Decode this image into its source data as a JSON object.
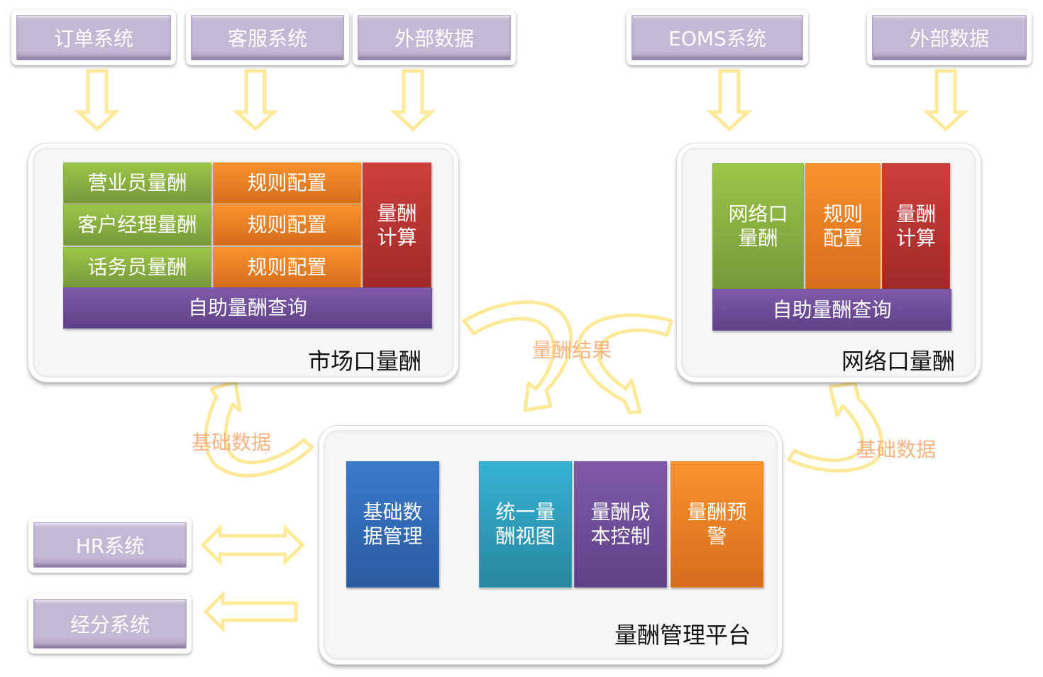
{
  "sources_top": [
    {
      "label": "订单系统"
    },
    {
      "label": "客服系统"
    },
    {
      "label": "外部数据"
    },
    {
      "label": "EOMS系统"
    },
    {
      "label": "外部数据"
    }
  ],
  "market_panel": {
    "title": "市场口量酬",
    "roles": [
      "营业员量酬",
      "客户经理量酬",
      "话务员量酬"
    ],
    "rules": [
      "规则配置",
      "规则配置",
      "规则配置"
    ],
    "calc": "量酬\n计算",
    "query": "自助量酬查询"
  },
  "network_panel": {
    "title": "网络口量酬",
    "role": "网络口\n量酬",
    "rule": "规则\n配置",
    "calc": "量酬\n计算",
    "query": "自助量酬查询"
  },
  "platform_panel": {
    "title": "量酬管理平台",
    "modules": [
      {
        "label": "基础数\n据管理",
        "color": "blue"
      },
      {
        "label": "统一量\n酬视图",
        "color": "teal"
      },
      {
        "label": "量酬成\n本控制",
        "color": "purple"
      },
      {
        "label": "量酬预\n警",
        "color": "orange"
      }
    ]
  },
  "sources_bottom": [
    {
      "label": "HR系统"
    },
    {
      "label": "经分系统"
    }
  ],
  "flow_labels": {
    "result": "量酬结果",
    "base_left": "基础数据",
    "base_right": "基础数据"
  },
  "colors": {
    "arrow_outline": "#fde99a",
    "flow_label": "#f8b483",
    "source_fill": "#c4b9d4",
    "green": "#9dc648",
    "orange": "#fb922d",
    "red": "#ce3f3b",
    "purple": "#7f5aa8",
    "blue": "#3a7bcb",
    "teal": "#36b2d4"
  }
}
